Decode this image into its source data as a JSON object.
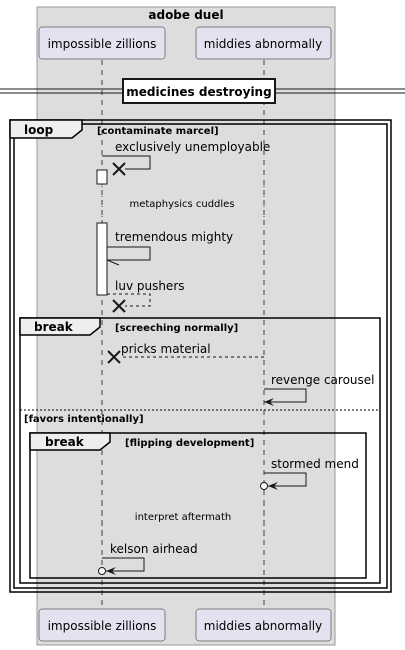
{
  "title": "adobe duel",
  "participants": [
    {
      "id": "p1",
      "label": "impossible zillions"
    },
    {
      "id": "p2",
      "label": "middies abnormally"
    }
  ],
  "separator": {
    "label": "medicines destroying"
  },
  "fragments": {
    "loop": {
      "keyword": "loop",
      "guard": "[contaminate marcel]"
    },
    "break1": {
      "keyword": "break",
      "guard": "[screeching normally]"
    },
    "else_guard": "[favors intentionally]",
    "break2": {
      "keyword": "break",
      "guard": "[flipping development]"
    }
  },
  "messages": [
    {
      "label": "exclusively unemployable"
    },
    {
      "label": "tremendous mighty"
    },
    {
      "label": "luv pushers"
    },
    {
      "label": "pricks material"
    },
    {
      "label": "revenge carousel"
    },
    {
      "label": "stormed mend"
    },
    {
      "label": "kelson airhead"
    }
  ],
  "delays": [
    {
      "label": "metaphysics cuddles"
    },
    {
      "label": "interpret aftermath"
    }
  ],
  "colors": {
    "box_fill": "#dddddd",
    "box_stroke": "#999999",
    "participant_fill": "#e2e2f0",
    "participant_stroke": "#181818",
    "line": "#181818"
  }
}
